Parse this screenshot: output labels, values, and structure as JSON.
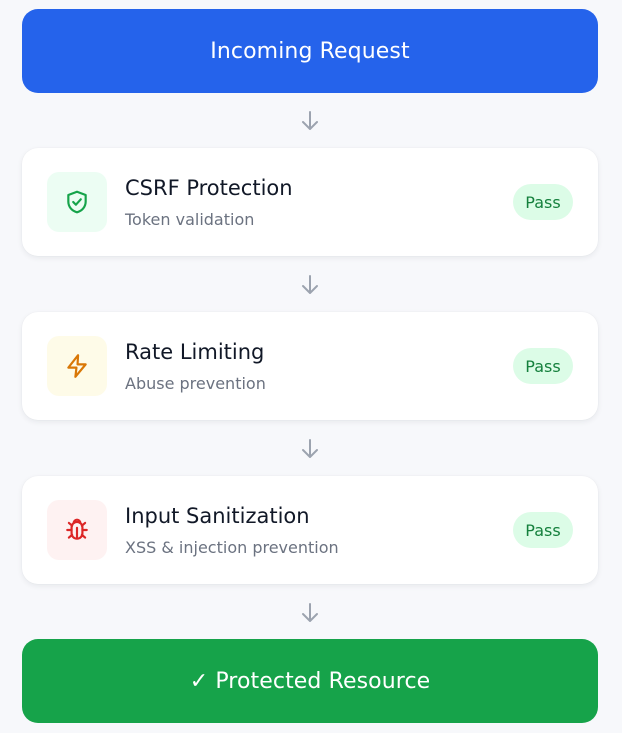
{
  "flow": {
    "start_label": "Incoming Request",
    "end_label": "✓ Protected Resource",
    "steps": [
      {
        "title": "CSRF Protection",
        "subtitle": "Token validation",
        "status": "Pass",
        "icon": "shield-check-icon",
        "icon_color": "#16a34a",
        "icon_bg": "#ecfdf3"
      },
      {
        "title": "Rate Limiting",
        "subtitle": "Abuse prevention",
        "status": "Pass",
        "icon": "lightning-icon",
        "icon_color": "#d97706",
        "icon_bg": "#fefbe8"
      },
      {
        "title": "Input Sanitization",
        "subtitle": "XSS & injection prevention",
        "status": "Pass",
        "icon": "bug-icon",
        "icon_color": "#dc2626",
        "icon_bg": "#fef2f2"
      }
    ]
  },
  "colors": {
    "start_banner": "#2563eb",
    "end_banner": "#16a34a",
    "badge_bg": "#dcfce7",
    "badge_text": "#15803d",
    "arrow": "#9ca3af",
    "page_bg": "#f7f8fb"
  }
}
